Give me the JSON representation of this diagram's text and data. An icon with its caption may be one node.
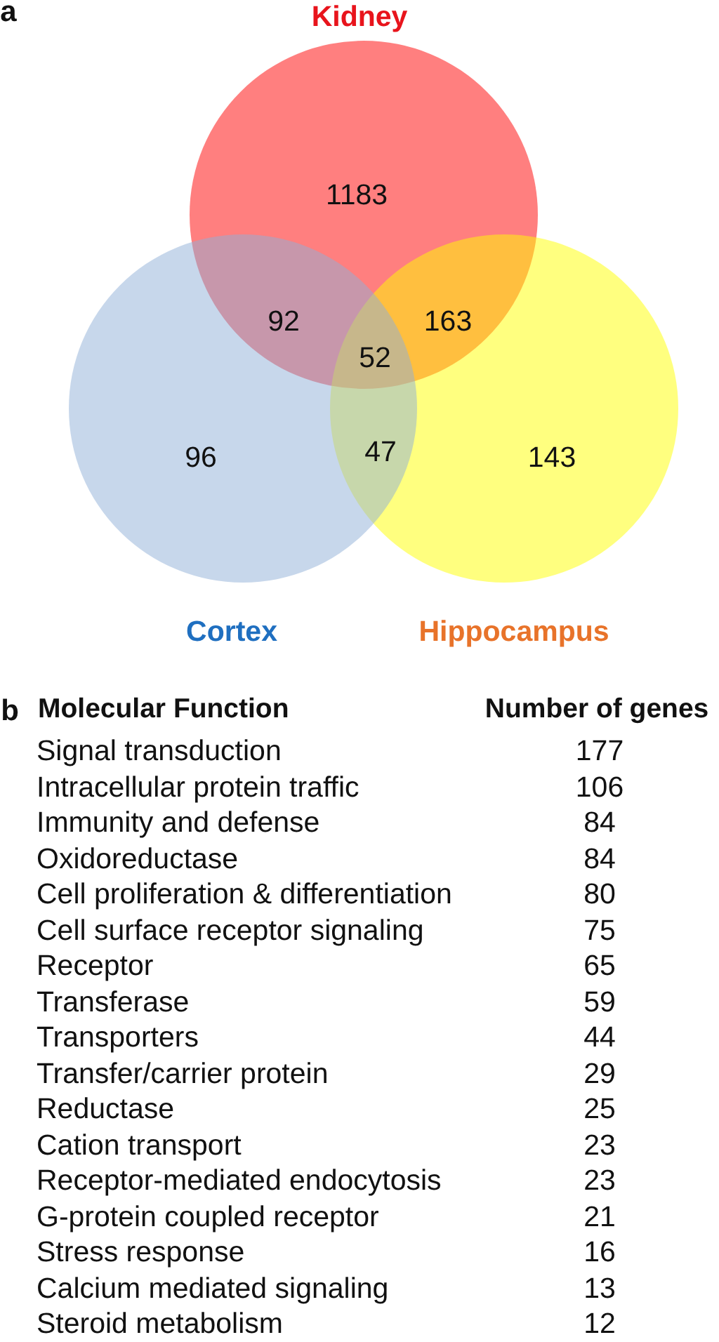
{
  "diagram": {
    "nodes": [
      {
        "text": [
          "Kidney",
          "1183"
        ]
      },
      {
        "text": [
          "96",
          "Cortex"
        ]
      },
      {
        "text": [
          "143",
          "Hippocampus"
        ]
      }
    ],
    "labels": [
      "a",
      "92",
      "163",
      "52",
      "47",
      "b",
      "Molecular Function",
      "Number of genes",
      "Signal transduction",
      "177",
      "Intracellular protein traffic",
      "106",
      "Immunity and defense",
      "84",
      "Oxidoreductase",
      "84",
      "Cell proliferation & differentiation",
      "80",
      "Cell surface receptor signaling",
      "75",
      "Receptor",
      "65",
      "Transferase",
      "59",
      "Transporters",
      "44",
      "Transfer/carrier protein",
      "29",
      "Reductase",
      "25",
      "Cation transport",
      "23",
      "Receptor-mediated endocytosis",
      "23",
      "G-protein coupled receptor",
      "21",
      "Stress response",
      "16",
      "Calcium mediated signaling",
      "13",
      "Steroid metabolism",
      "12"
    ]
  }
}
